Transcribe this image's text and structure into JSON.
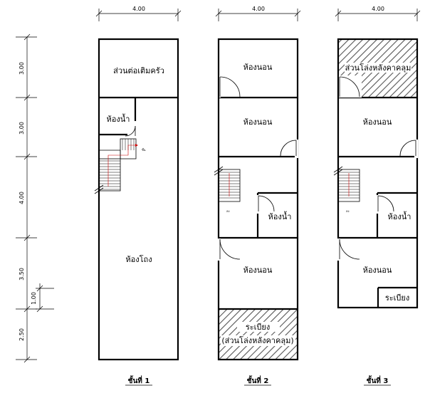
{
  "dimensions": {
    "width": "4.00",
    "heights": [
      "3.00",
      "3.00",
      "4.00",
      "3.50",
      "2.50"
    ],
    "sub_height": "1.00"
  },
  "floors": [
    {
      "caption": "ชั้นที่ 1",
      "rooms": {
        "extension_kitchen": "ส่วนต่อเติมครัว",
        "bathroom": "ห้องน้ำ",
        "hall": "ห้องโถง",
        "stair_up": "ขึ้น"
      }
    },
    {
      "caption": "ชั้นที่ 2",
      "rooms": {
        "bedroom_a": "ห้องนอน",
        "bedroom_b": "ห้องนอน",
        "bathroom": "ห้องน้ำ",
        "bedroom_c": "ห้องนอน",
        "balcony": "ระเบียง",
        "balcony_note": "(ส่วนโล่งหลังคาคลุม)",
        "stair_down": "ลง"
      }
    },
    {
      "caption": "ชั้นที่ 3",
      "rooms": {
        "open_roofed": "ส่วนโล่งหลังคาคลุม",
        "bedroom_a": "ห้องนอน",
        "bathroom": "ห้องน้ำ",
        "bedroom_b": "ห้องนอน",
        "balcony": "ระเบียง",
        "stair_down": "ลง"
      }
    }
  ]
}
